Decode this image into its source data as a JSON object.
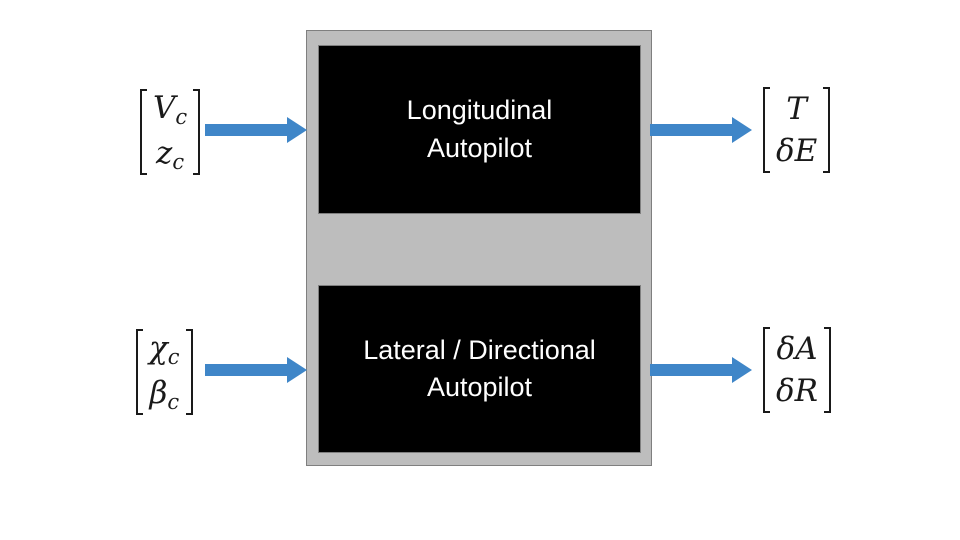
{
  "blocks": {
    "longitudinal": {
      "label": "Longitudinal\nAutopilot"
    },
    "lateral": {
      "label": "Lateral / Directional\nAutopilot"
    }
  },
  "inputs": {
    "longitudinal": [
      {
        "symbol": "V",
        "subscript": "c"
      },
      {
        "symbol": "z",
        "subscript": "c"
      }
    ],
    "lateral": [
      {
        "symbol": "χ",
        "subscript": "c"
      },
      {
        "symbol": "β",
        "subscript": "c"
      }
    ]
  },
  "outputs": {
    "longitudinal": [
      {
        "symbol": "T"
      },
      {
        "symbol": "δE"
      }
    ],
    "lateral": [
      {
        "symbol": "δA"
      },
      {
        "symbol": "δR"
      }
    ]
  },
  "colors": {
    "arrow": "#3f86c8",
    "outer_box": "#bdbdbd",
    "block": "#000000",
    "block_text": "#ffffff"
  }
}
